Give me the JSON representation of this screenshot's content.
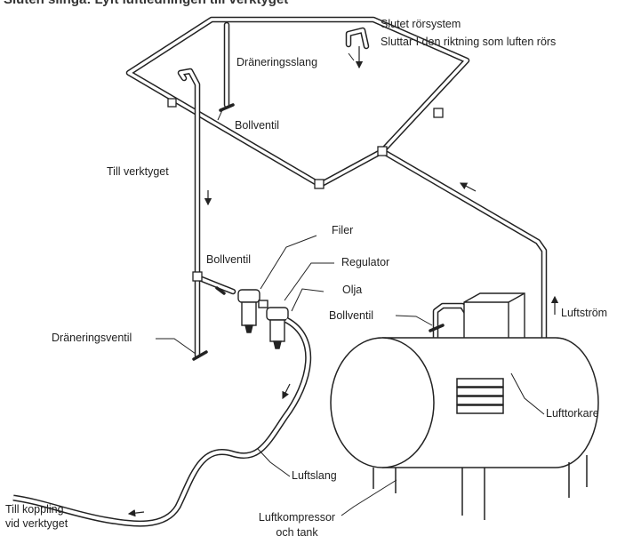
{
  "title": "Sluten slinga: Lyft luftledningen till verktyget",
  "labels": {
    "closed_system": "Slutet rörsystem",
    "slope_note": "Sluttar I den riktning som luften rörs",
    "drain_hose": "Dräneringsslang",
    "ball_valve_top": "Bollventil",
    "to_tool": "Till verktyget",
    "filter": "Filer",
    "regulator": "Regulator",
    "ball_valve_mid": "Bollventil",
    "oil": "Olja",
    "ball_valve_right": "Bollventil",
    "airflow": "Luftström",
    "drain_valve": "Dräneringsventil",
    "air_dryer": "Lufttorkare",
    "air_hose": "Luftslang",
    "to_coupling_1": "Till koppling",
    "to_coupling_2": "vid verktyget",
    "compressor_1": "Luftkompressor",
    "compressor_2": "och tank"
  },
  "colors": {
    "line": "#222222",
    "fill": "#ffffff",
    "shade": "#d9d9d9"
  }
}
